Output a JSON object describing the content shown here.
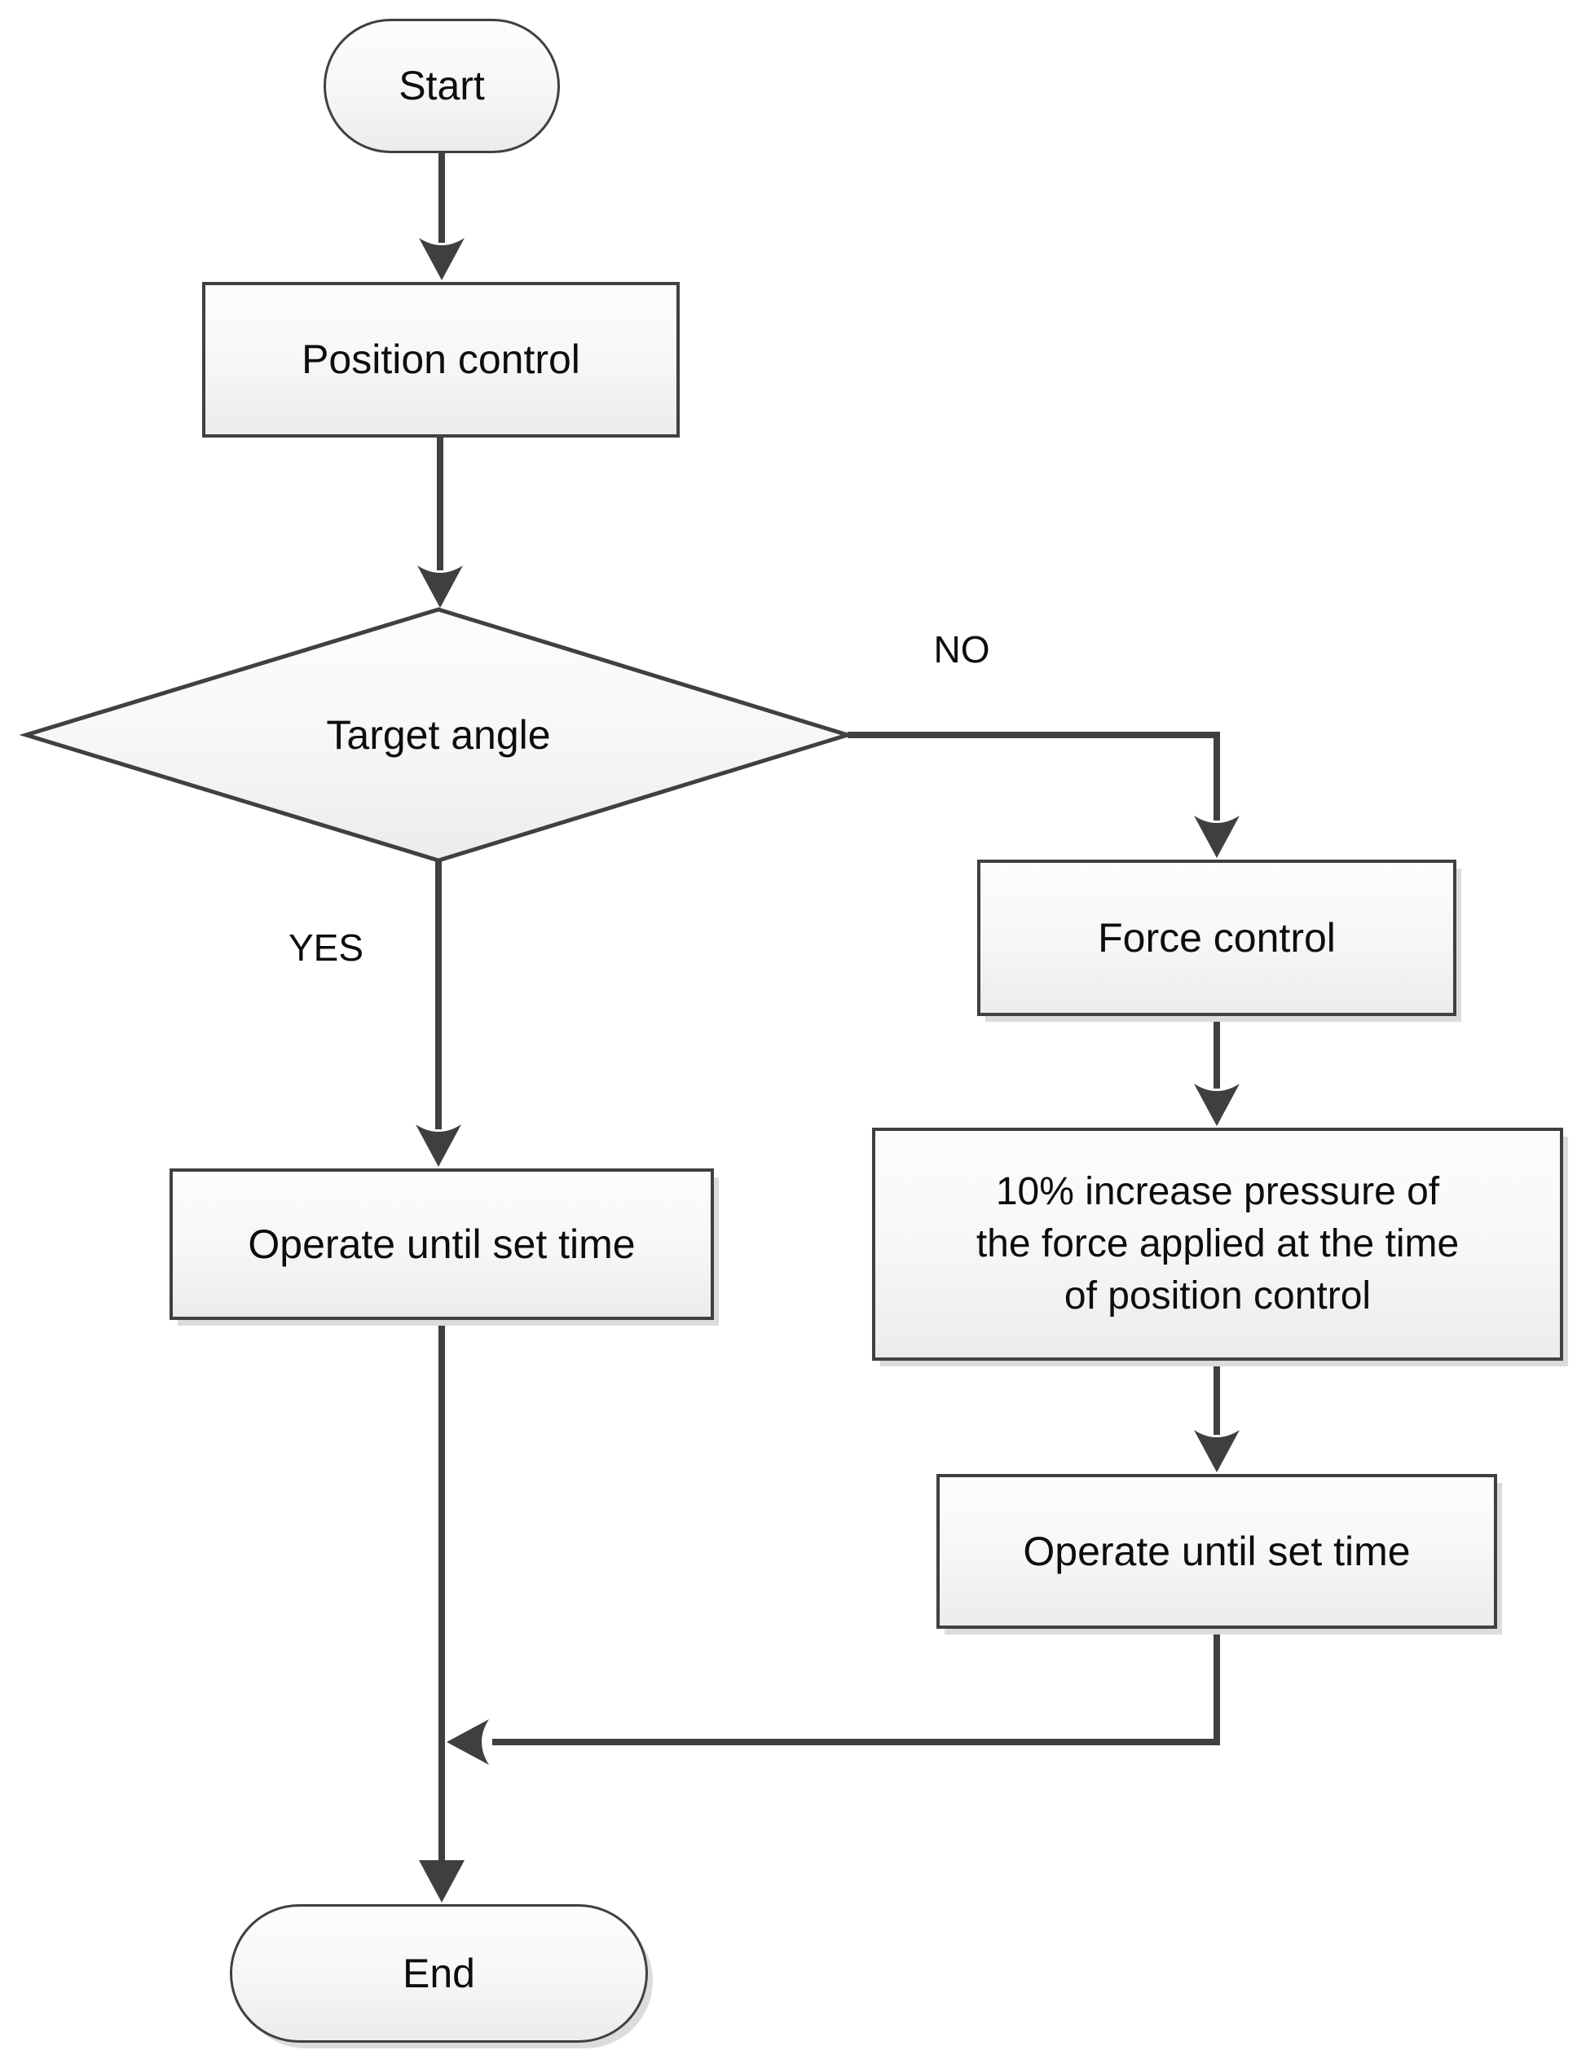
{
  "nodes": {
    "start": {
      "type": "terminator",
      "label": "Start"
    },
    "position_control": {
      "type": "process",
      "label": "Position control"
    },
    "target_angle": {
      "type": "decision",
      "label": "Target angle"
    },
    "force_control": {
      "type": "process",
      "label": "Force control"
    },
    "increase_pressure": {
      "type": "process",
      "label": "10% increase pressure of\nthe force applied at the time\nof position control"
    },
    "operate_left": {
      "type": "process",
      "label": "Operate until set time"
    },
    "operate_right": {
      "type": "process",
      "label": "Operate until set time"
    },
    "end": {
      "type": "terminator",
      "label": "End"
    }
  },
  "edge_labels": {
    "yes": "YES",
    "no": "NO"
  },
  "colors": {
    "connector": "#3f3f3f",
    "node_border": "#404040",
    "node_fill_top": "#fdfdfd",
    "node_fill_bottom": "#ececec",
    "text": "#0d0d0d",
    "shadow": "#dcdcdc"
  }
}
